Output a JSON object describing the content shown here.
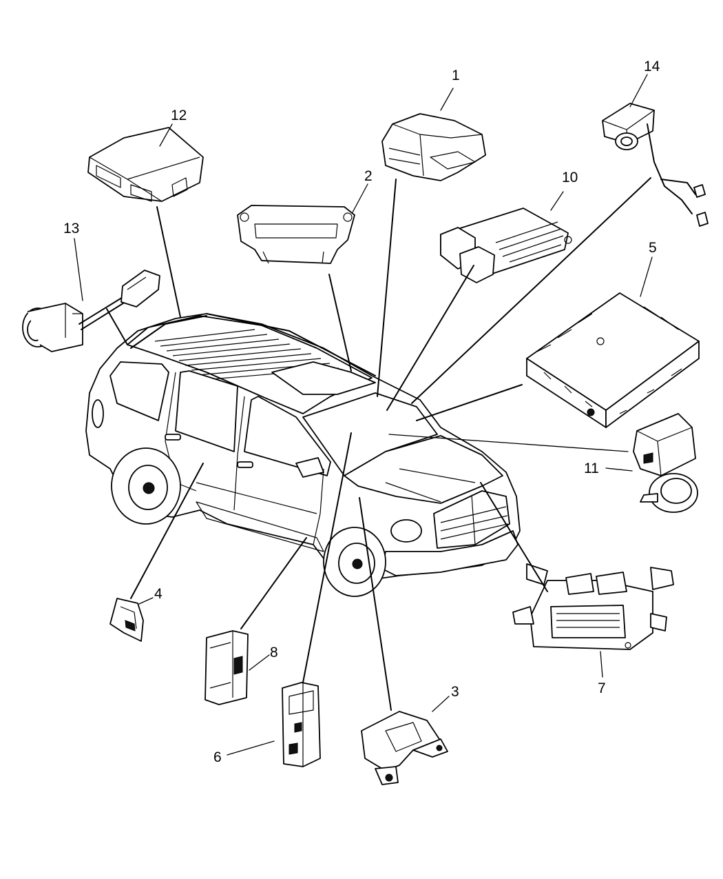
{
  "callouts": [
    {
      "id": "1",
      "text": "1"
    },
    {
      "id": "2",
      "text": "2"
    },
    {
      "id": "3",
      "text": "3"
    },
    {
      "id": "4",
      "text": "4"
    },
    {
      "id": "5",
      "text": "5"
    },
    {
      "id": "6",
      "text": "6"
    },
    {
      "id": "7",
      "text": "7"
    },
    {
      "id": "8",
      "text": "8"
    },
    {
      "id": "10",
      "text": "10"
    },
    {
      "id": "11",
      "text": "11"
    },
    {
      "id": "12",
      "text": "12"
    },
    {
      "id": "13",
      "text": "13"
    },
    {
      "id": "14",
      "text": "14"
    }
  ],
  "colors": {
    "line": "#000000",
    "background": "#ffffff"
  }
}
